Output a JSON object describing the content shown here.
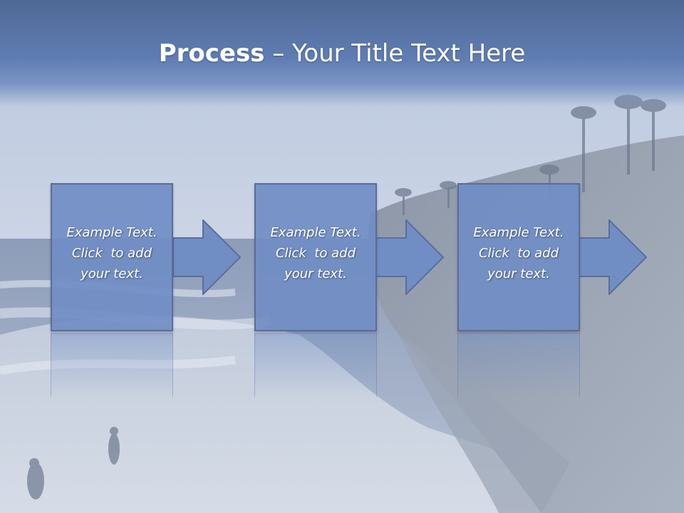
{
  "title": {
    "bold": "Process",
    "rest": " – Your Title Text Here"
  },
  "steps": [
    {
      "line1": "Example Text.",
      "line2": "Click  to add",
      "line3": "your text."
    },
    {
      "line1": "Example Text.",
      "line2": "Click  to add",
      "line3": "your text."
    },
    {
      "line1": "Example Text.",
      "line2": "Click  to add",
      "line3": "your text."
    }
  ],
  "colors": {
    "title_bar": "#5f7db3",
    "box_fill": "#708dc4",
    "box_border": "#5a6e9a",
    "arrow_fill": "#718ec4"
  }
}
